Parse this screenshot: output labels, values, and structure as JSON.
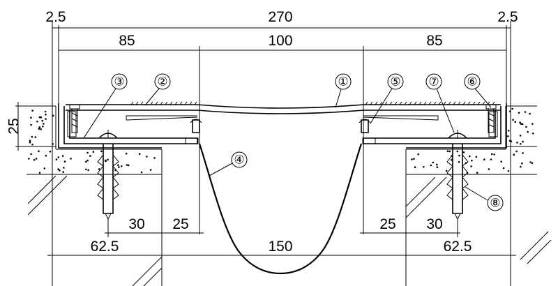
{
  "dimensions": {
    "top_total": "270",
    "top_left_edge": "2.5",
    "top_right_edge": "2.5",
    "upper_left": "85",
    "upper_center": "100",
    "upper_right": "85",
    "height_left": "25",
    "bottom_left_30": "30",
    "bottom_left_25": "25",
    "bottom_right_25": "25",
    "bottom_right_30": "30",
    "bottom_left_total": "62.5",
    "bottom_center": "150",
    "bottom_right_total": "62.5"
  },
  "callouts": [
    {
      "label": "①",
      "part": "cover-plate"
    },
    {
      "label": "②",
      "part": "non-slip-surface"
    },
    {
      "label": "③",
      "part": "side-frame-left"
    },
    {
      "label": "④",
      "part": "waterproof-membrane"
    },
    {
      "label": "⑤",
      "part": "centre-clip"
    },
    {
      "label": "⑥",
      "part": "fixing-screw"
    },
    {
      "label": "⑦",
      "part": "bolt-head"
    },
    {
      "label": "⑧",
      "part": "wall-plug-anchor"
    }
  ]
}
